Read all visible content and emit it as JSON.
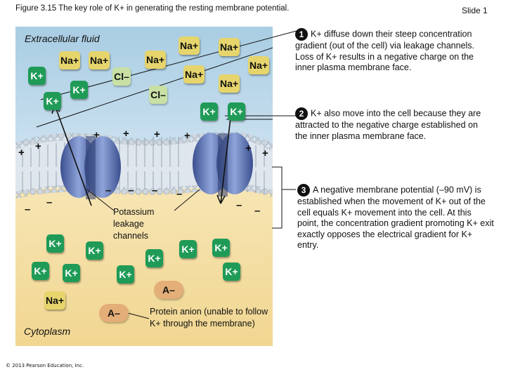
{
  "header": {
    "figure_title": "Figure 3.15 The key role of K+ in generating the resting membrane potential.",
    "slide": "Slide 1"
  },
  "labels": {
    "extracellular": "Extracellular fluid",
    "cytoplasm": "Cytoplasm",
    "channels": "Potassium leakage channels",
    "protein_anion": "Protein anion (unable to follow K+ through the membrane)"
  },
  "steps": [
    {
      "num": "1",
      "text": "K+ diffuse down their steep concentration gradient (out of the cell) via leakage channels. Loss of K+ results in a negative charge on the inner plasma membrane face."
    },
    {
      "num": "2",
      "text": "K+ also move into the cell because they are attracted to the negative charge established on the inner plasma membrane face."
    },
    {
      "num": "3",
      "text": "A negative membrane potential (–90 mV) is established when the movement of K+ out of the cell equals K+ movement into the cell. At this point, the concentration gradient promoting K+ exit exactly opposes the electrical gradient for K+ entry."
    }
  ],
  "ions": {
    "k": "K+",
    "na": "Na+",
    "cl": "Cl–",
    "anion": "A–"
  },
  "charges": {
    "plus": "+",
    "minus": "–"
  },
  "copyright": "© 2013 Pearson Education, Inc.",
  "colors": {
    "extracellular": "#b9d6e8",
    "cytoplasm": "#f4dfa3",
    "potassium": "#1f9b57",
    "sodium": "#e6d56c",
    "chloride": "#c8e0a4",
    "protein_anion": "#e4ae78",
    "channel": "#5f78b8"
  }
}
